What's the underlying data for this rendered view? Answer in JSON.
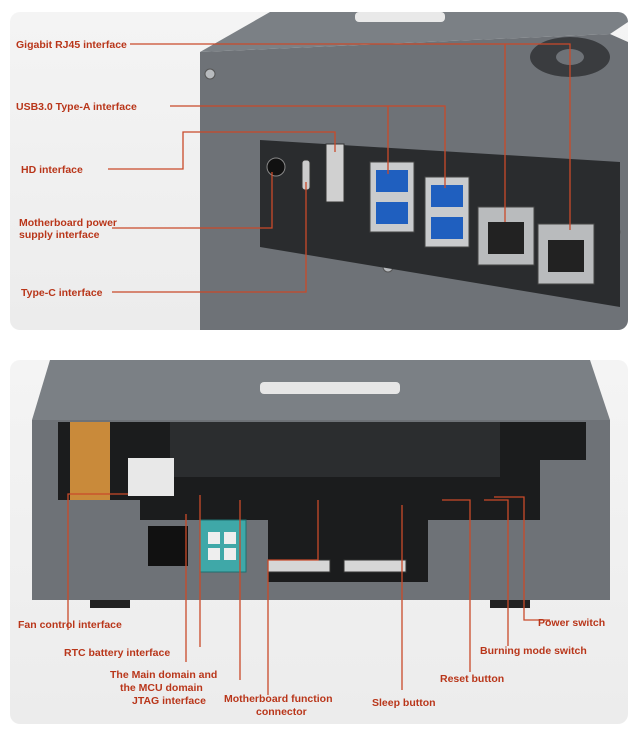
{
  "colors": {
    "label": "#b9361a",
    "leader": "#c94a2a",
    "case": "#6e7277",
    "case_dark": "#4a4d51"
  },
  "top": {
    "labels": {
      "gigabit_rj45": "Gigabit RJ45 interface",
      "usb3": "USB3.0 Type-A interface",
      "hd": "HD interface",
      "mb_power_1": "Motherboard power",
      "mb_power_2": "supply interface",
      "type_c": "Type-C interface"
    }
  },
  "bottom": {
    "labels": {
      "fan_control": "Fan control interface",
      "rtc_battery": "RTC battery interface",
      "main_domain_1": "The Main domain and",
      "main_domain_2": "the MCU domain",
      "jtag": "JTAG interface",
      "mb_function_1": "Motherboard function",
      "mb_function_2": "connector",
      "sleep": "Sleep button",
      "reset": "Reset button",
      "burning_mode": "Burning mode switch",
      "power_switch": "Power switch"
    }
  }
}
